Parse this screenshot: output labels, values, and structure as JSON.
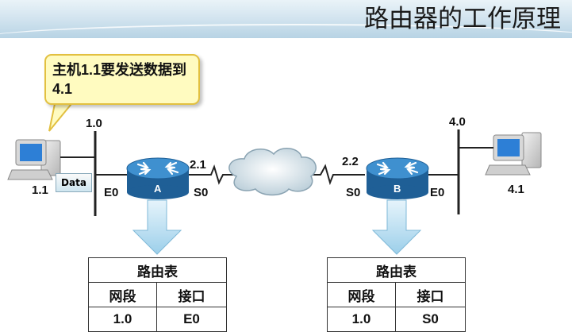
{
  "slide": {
    "title": "路由器的工作原理",
    "callout": "主机1.1要发送数据到4.1"
  },
  "left": {
    "network": "1.0",
    "host": "1.1",
    "packet": "Data",
    "router": {
      "tag": "A",
      "e0": "E0",
      "s0": "S0",
      "s0_addr": "2.1"
    },
    "table": {
      "title": "路由表",
      "headers": [
        "网段",
        "接口"
      ],
      "rows": [
        [
          "1.0",
          "E0"
        ]
      ]
    }
  },
  "right": {
    "network": "4.0",
    "host": "4.1",
    "router": {
      "tag": "B",
      "e0": "E0",
      "s0": "S0",
      "s0_addr": "2.2"
    },
    "table": {
      "title": "路由表",
      "headers": [
        "网段",
        "接口"
      ],
      "rows": [
        [
          "1.0",
          "S0"
        ]
      ]
    }
  },
  "colors": {
    "router": "#2f7fbe",
    "arrow": "#b4dcf2",
    "callout_fill": "#fffbc0",
    "callout_border": "#e2c040"
  }
}
